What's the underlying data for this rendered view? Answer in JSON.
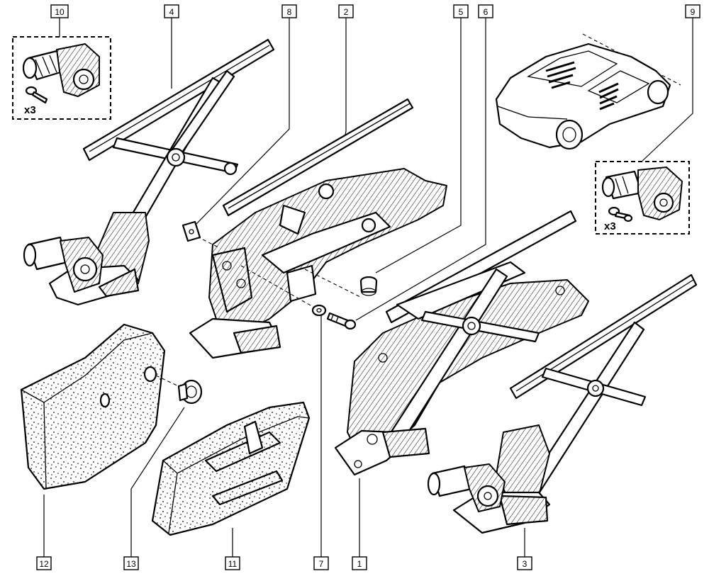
{
  "callouts": {
    "c1": "1",
    "c2": "2",
    "c3": "3",
    "c4": "4",
    "c5": "5",
    "c6": "6",
    "c7": "7",
    "c8": "8",
    "c9": "9",
    "c10": "10",
    "c11": "11",
    "c12": "12",
    "c13": "13"
  },
  "quantity_labels": {
    "kit10": "x3",
    "kit9": "x3"
  }
}
